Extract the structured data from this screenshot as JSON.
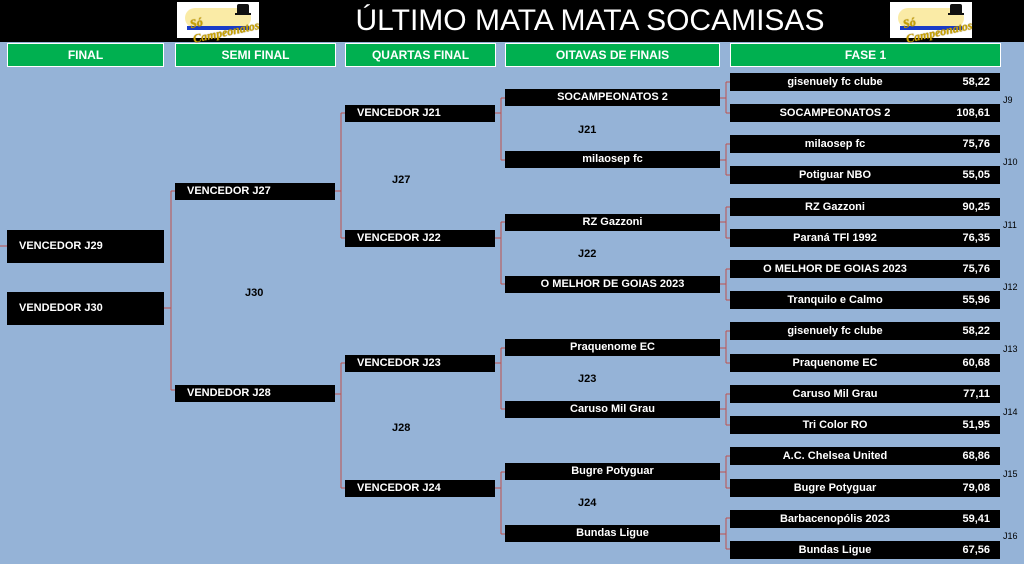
{
  "title": "ÚLTIMO MATA MATA SOCAMISAS",
  "logo_text": "Só Campeonatos",
  "columns": [
    "FINAL",
    "SEMI FINAL",
    "QUARTAS FINAL",
    "OITAVAS DE FINAIS",
    "FASE 1"
  ],
  "final": [
    "VENCEDOR J29",
    "VENDEDOR J30"
  ],
  "semi": [
    "VENCEDOR J27",
    "VENDEDOR J28"
  ],
  "semi_label": "J30",
  "quartas": [
    "VENCEDOR J21",
    "VENCEDOR J22",
    "VENCEDOR J23",
    "VENCEDOR J24"
  ],
  "quartas_labels": [
    "J27",
    "J28"
  ],
  "oitavas": [
    "SOCAMPEONATOS 2",
    "milaosep fc",
    "RZ Gazzoni",
    "O MELHOR DE GOIAS 2023",
    "Praquenome EC",
    "Caruso Mil Grau",
    "Bugre Potyguar",
    "Bundas Ligue"
  ],
  "oitavas_labels": [
    "J21",
    "J22",
    "J23",
    "J24"
  ],
  "fase1": [
    {
      "name": "gisenuely fc clube",
      "score": "58,22"
    },
    {
      "name": "SOCAMPEONATOS 2",
      "score": "108,61"
    },
    {
      "name": "milaosep fc",
      "score": "75,76"
    },
    {
      "name": "Potiguar NBO",
      "score": "55,05"
    },
    {
      "name": "RZ Gazzoni",
      "score": "90,25"
    },
    {
      "name": "Paraná TFl 1992",
      "score": "76,35"
    },
    {
      "name": "O MELHOR DE GOIAS 2023",
      "score": "75,76"
    },
    {
      "name": "Tranquilo e Calmo",
      "score": "55,96"
    },
    {
      "name": "gisenuely fc clube",
      "score": "58,22"
    },
    {
      "name": "Praquenome EC",
      "score": "60,68"
    },
    {
      "name": "Caruso Mil Grau",
      "score": "77,11"
    },
    {
      "name": "Tri Color RO",
      "score": "51,95"
    },
    {
      "name": "A.C. Chelsea United",
      "score": "68,86"
    },
    {
      "name": "Bugre Potyguar",
      "score": "79,08"
    },
    {
      "name": "Barbacenopólis 2023",
      "score": "59,41"
    },
    {
      "name": "Bundas Ligue",
      "score": "67,56"
    }
  ],
  "fase1_labels": [
    "J9",
    "J10",
    "J11",
    "J12",
    "J13",
    "J14",
    "J15",
    "J16"
  ]
}
